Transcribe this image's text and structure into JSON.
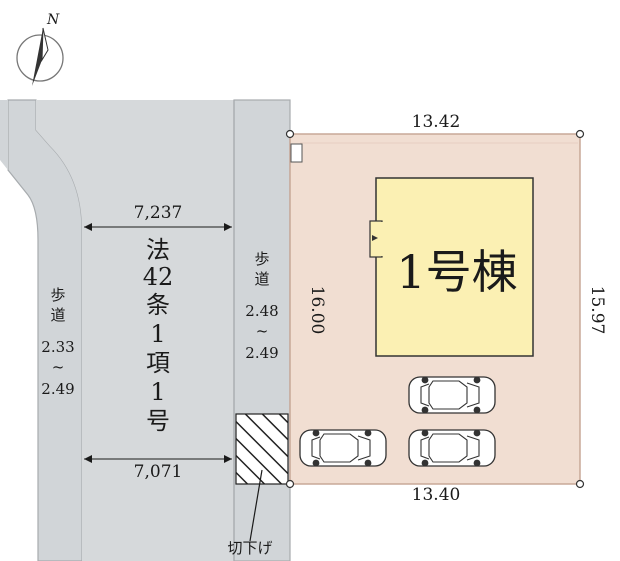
{
  "compass": {
    "north_label": "N"
  },
  "lot": {
    "building_label": "1号棟",
    "dim_top": "13.42",
    "dim_bottom": "13.40",
    "dim_left": "16.00",
    "dim_right": "15.97"
  },
  "road": {
    "width_top": "7,237",
    "width_bottom": "7,071",
    "law_label_lines": [
      "法",
      "42",
      "条",
      "1",
      "項",
      "1",
      "号"
    ]
  },
  "sidewalk_left": {
    "lines": [
      "歩",
      "道",
      "2.33",
      "~",
      "2.49"
    ]
  },
  "sidewalk_right": {
    "lines": [
      "歩",
      "道",
      "2.48",
      "~",
      "2.49"
    ]
  },
  "curb_cut_label": "切下げ",
  "parking": {
    "car_count": 3
  },
  "colors": {
    "lot_fill": "#f1ded2",
    "lot_border": "#c8a898",
    "road_fill": "#d6d9db",
    "road_line": "#a7abae",
    "sidewalk_fill": "#d1d5d8",
    "building_fill": "#fbf0b3",
    "ink": "#1a1a1a"
  }
}
